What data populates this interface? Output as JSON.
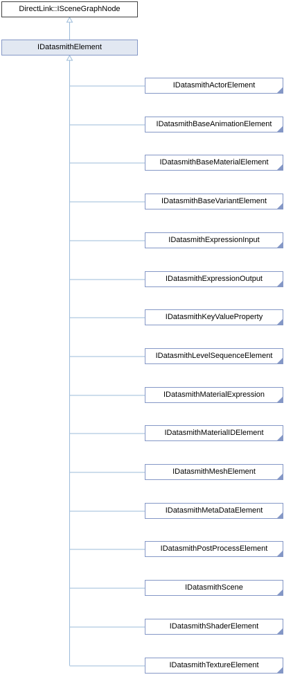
{
  "colors": {
    "edge": "#9bbbda",
    "box_border": "#8497c6",
    "root_border": "#404040",
    "highlight_fill": "#e2e8f2"
  },
  "diagram": {
    "root": {
      "label": "DirectLink::ISceneGraphNode"
    },
    "base": {
      "label": "IDatasmithElement"
    },
    "children": [
      {
        "label": "IDatasmithActorElement"
      },
      {
        "label": "IDatasmithBaseAnimationElement"
      },
      {
        "label": "IDatasmithBaseMaterialElement"
      },
      {
        "label": "IDatasmithBaseVariantElement"
      },
      {
        "label": "IDatasmithExpressionInput"
      },
      {
        "label": "IDatasmithExpressionOutput"
      },
      {
        "label": "IDatasmithKeyValueProperty"
      },
      {
        "label": "IDatasmithLevelSequenceElement"
      },
      {
        "label": "IDatasmithMaterialExpression"
      },
      {
        "label": "IDatasmithMaterialIDElement"
      },
      {
        "label": "IDatasmithMeshElement"
      },
      {
        "label": "IDatasmithMetaDataElement"
      },
      {
        "label": "IDatasmithPostProcessElement"
      },
      {
        "label": "IDatasmithScene"
      },
      {
        "label": "IDatasmithShaderElement"
      },
      {
        "label": "IDatasmithTextureElement"
      }
    ]
  }
}
